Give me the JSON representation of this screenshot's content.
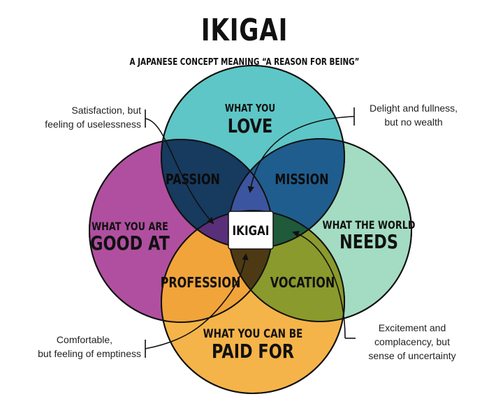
{
  "title": "IKIGAI",
  "subtitle": "A JAPANESE CONCEPT MEANING “A REASON FOR BEING”",
  "colors": {
    "love": "#5ec6c6",
    "good_at": "#b04fa0",
    "world_needs": "#a3dcc2",
    "paid_for": "#f5b449",
    "passion": "#173a5f",
    "mission": "#1f5d8e",
    "profession": "#f1a43a",
    "vocation": "#8a9a2c",
    "center": "#ffffff"
  },
  "circles": {
    "love": {
      "line1": "WHAT YOU",
      "line2": "LOVE"
    },
    "good_at": {
      "line1": "WHAT YOU ARE",
      "line2": "GOOD AT"
    },
    "world_needs": {
      "line1": "WHAT THE WORLD",
      "line2": "NEEDS"
    },
    "paid_for": {
      "line1": "WHAT YOU CAN BE",
      "line2": "PAID FOR"
    }
  },
  "overlaps": {
    "passion": "PASSION",
    "mission": "MISSION",
    "profession": "PROFESSION",
    "vocation": "VOCATION",
    "center": "IKIGAI"
  },
  "notes": {
    "top_left": {
      "line1": "Satisfaction, but",
      "line2": "feeling of uselessness"
    },
    "top_right": {
      "line1": "Delight and fullness,",
      "line2": "but no wealth"
    },
    "bottom_left": {
      "line1": "Comfortable,",
      "line2": "but feeling of emptiness"
    },
    "bottom_right": {
      "line1": "Excitement and",
      "line2": "complacency, but",
      "line3": "sense of uncertainty"
    }
  }
}
